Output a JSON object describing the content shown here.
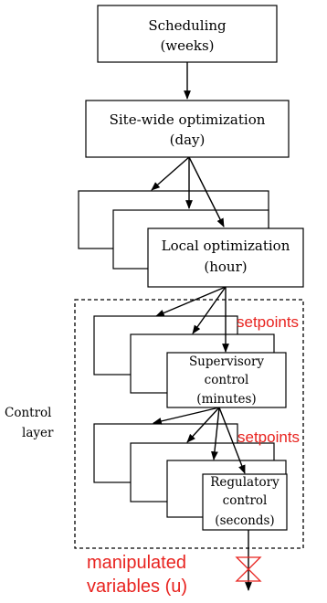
{
  "scheduling": {
    "line1": "Scheduling",
    "line2": "(weeks)"
  },
  "site_wide": {
    "line1": "Site-wide optimization",
    "line2": "(day)"
  },
  "local_opt": {
    "line1": "Local optimization",
    "line2": "(hour)"
  },
  "supervisory": {
    "line1": "Supervisory",
    "line2": "control",
    "line3": "(minutes)"
  },
  "regulatory": {
    "line1": "Regulatory",
    "line2": "control",
    "line3": "(seconds)"
  },
  "control_layer": {
    "line1": "Control",
    "line2": "layer"
  },
  "setpoints_1": "setpoints",
  "setpoints_2": "setpoints",
  "manipulated": {
    "line1": "manipulated",
    "line2": "variables (u)"
  },
  "colors": {
    "annotation": "#e8231f",
    "lines": "#000000"
  }
}
